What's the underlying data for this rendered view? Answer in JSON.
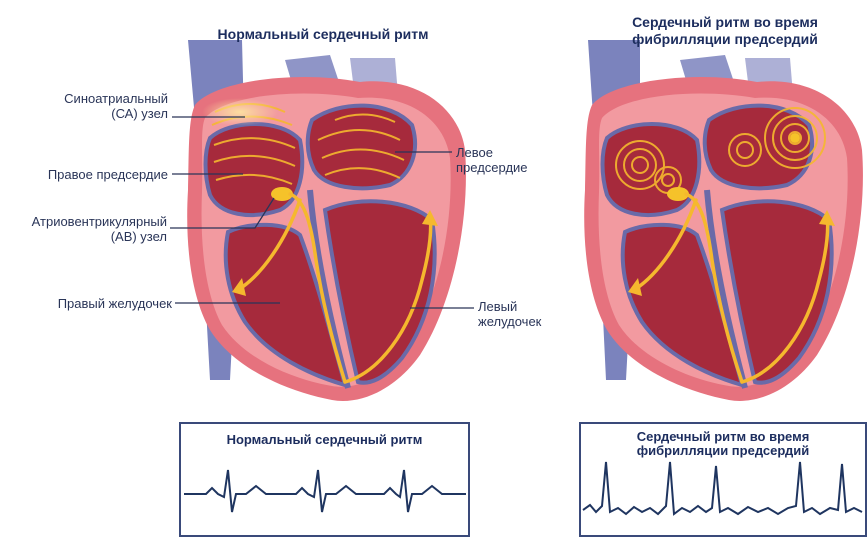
{
  "left_panel": {
    "title": "Нормальный сердечный ритм",
    "labels": {
      "sa_node_line1": "Синоатриальный",
      "sa_node_line2": "(СА) узел",
      "right_atrium": "Правое предсердие",
      "av_node_line1": "Атриовентрикулярный",
      "av_node_line2": "(АВ) узел",
      "right_ventricle": "Правый желудочек",
      "left_atrium_line1": "Левое",
      "left_atrium_line2": "предсердие",
      "left_ventricle_line1": "Левый",
      "left_ventricle_line2": "желудочек"
    },
    "ecg_title": "Нормальный сердечный ритм"
  },
  "right_panel": {
    "title_line1": "Сердечный ритм во время",
    "title_line2": "фибрилляции предсердий",
    "ecg_title_line1": "Сердечный ритм во время",
    "ecg_title_line2": "фибрилляции предсердий"
  },
  "colors": {
    "vessel_blue": "#7b83bd",
    "heart_outer": "#e6727e",
    "heart_wall": "#f29aa0",
    "chamber": "#a62a3c",
    "septum": "#6a6aa8",
    "signal": "#f5b82e",
    "text": "#1f2f5c",
    "ecg_border": "#3a4a7a",
    "ecg_line": "#1f3560"
  }
}
